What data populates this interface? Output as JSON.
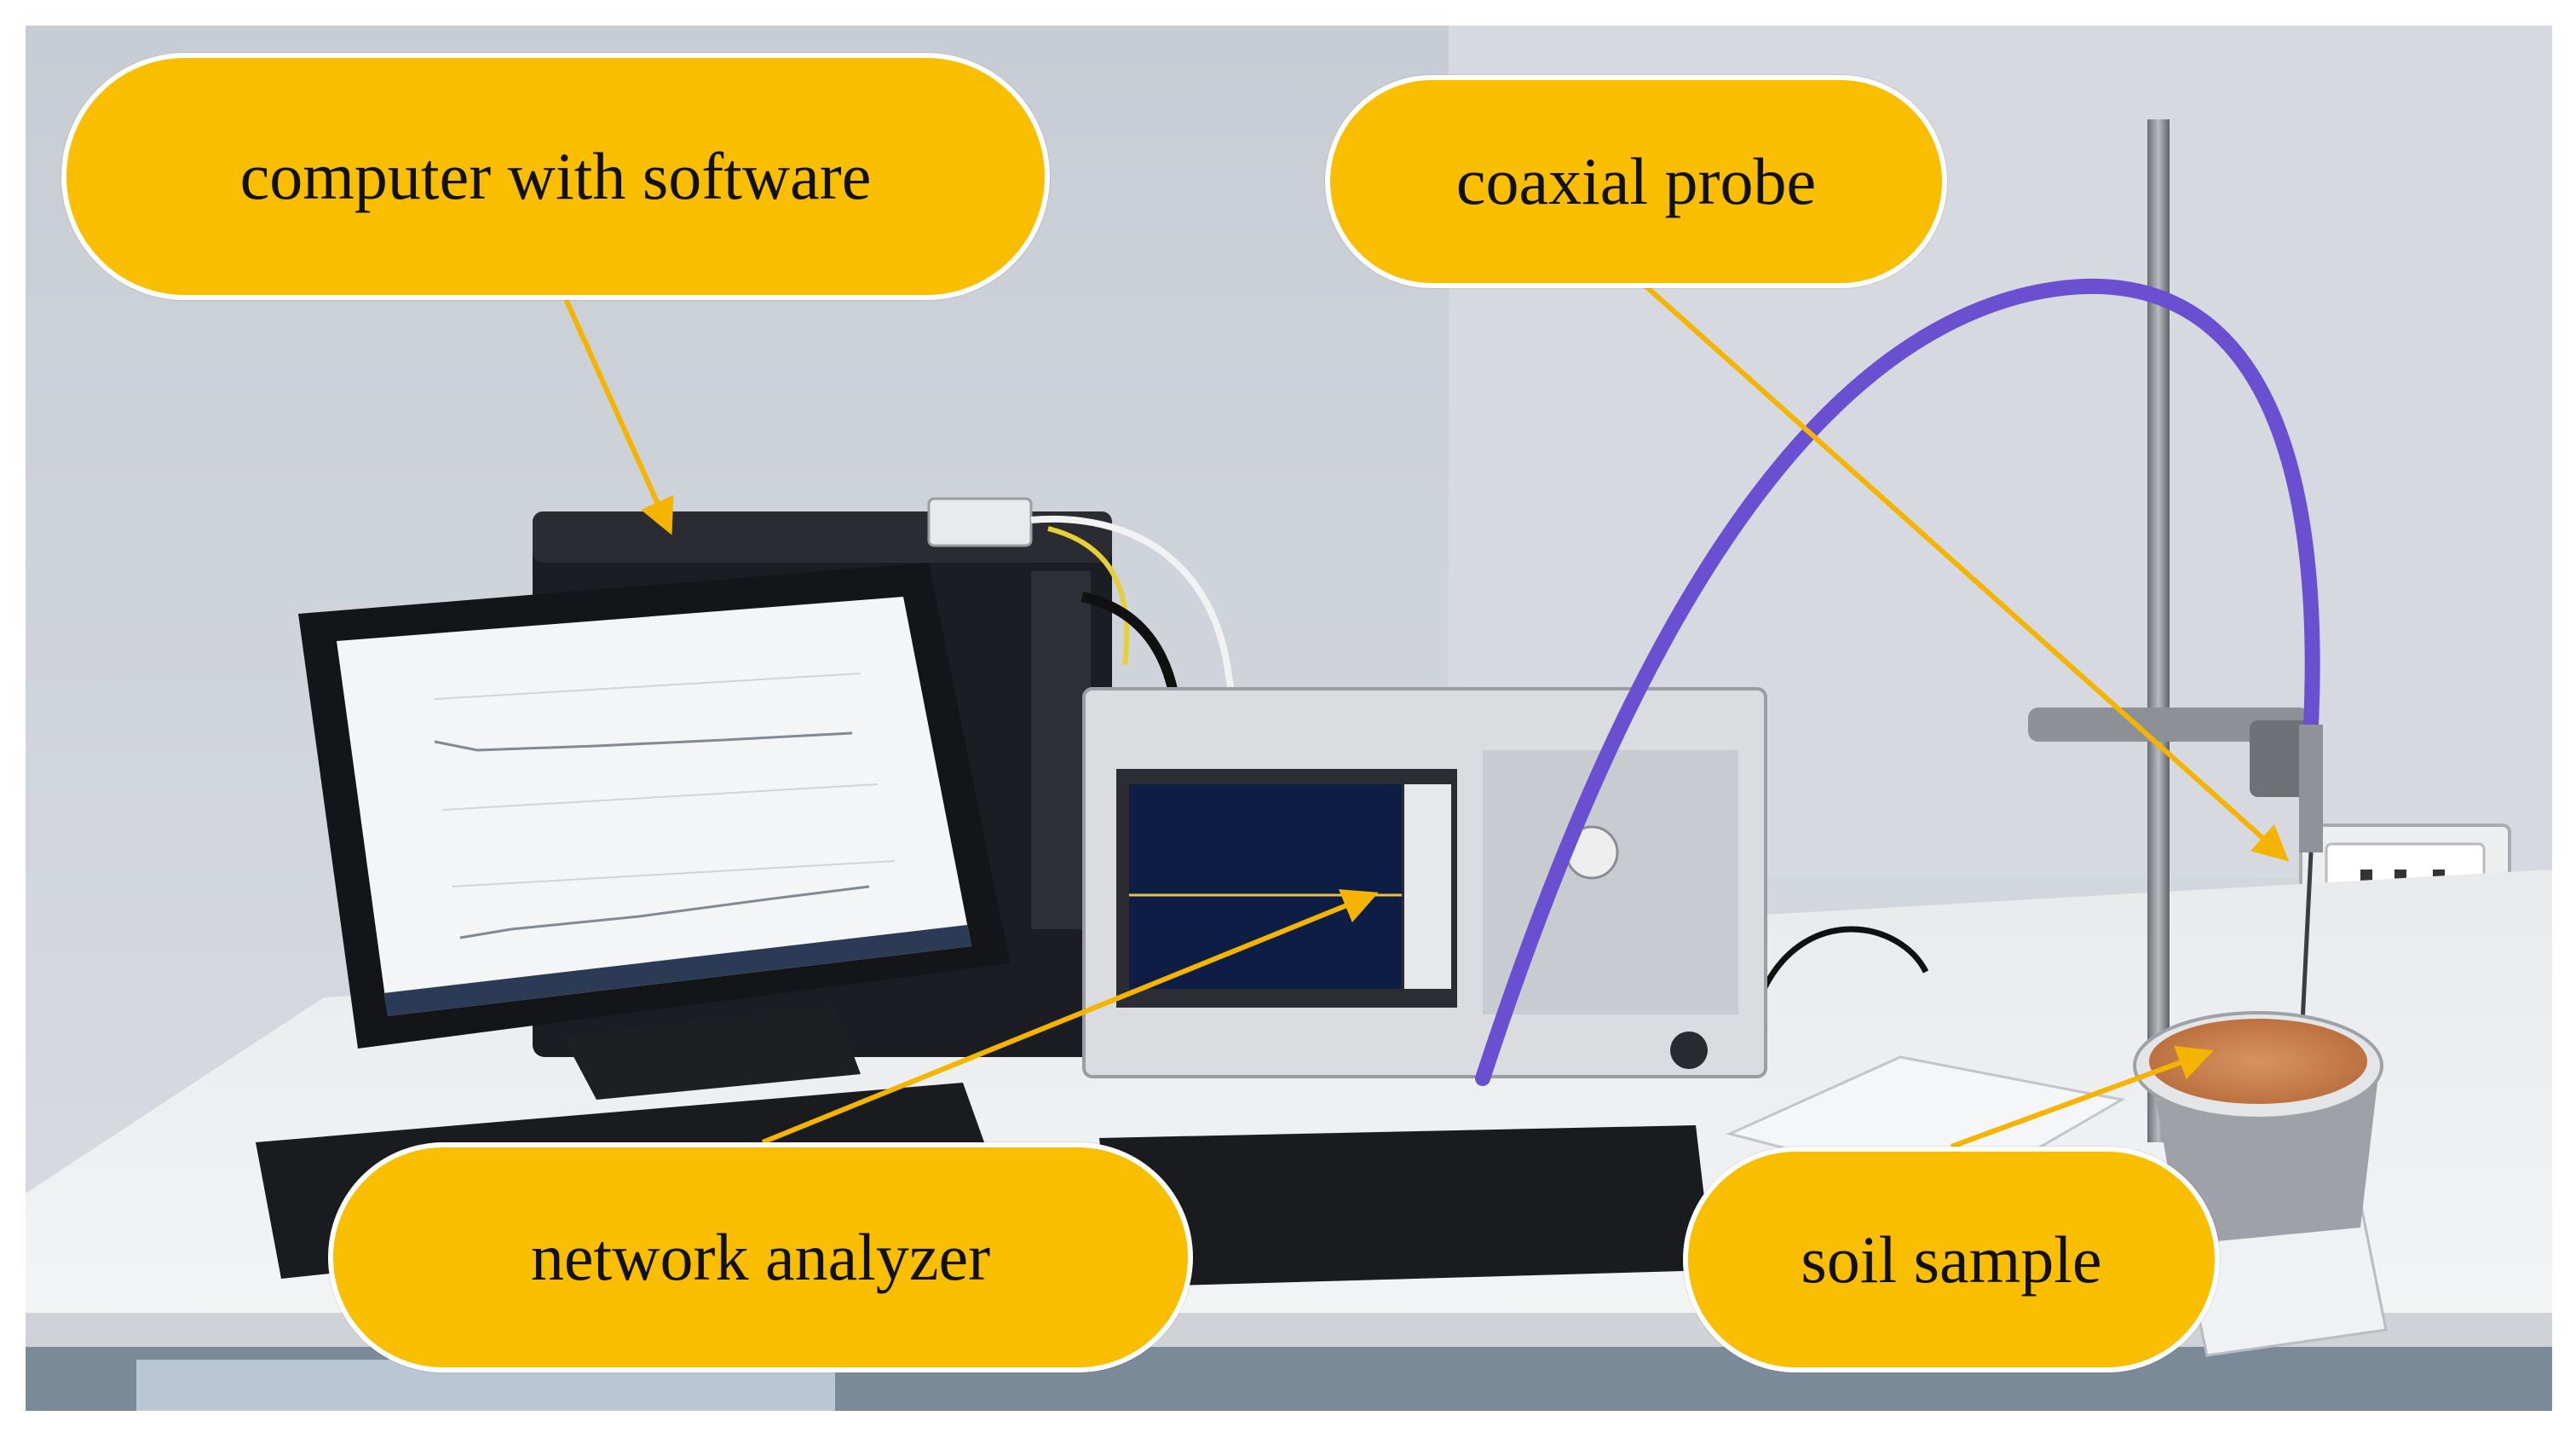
{
  "labels": {
    "computer": "computer with software",
    "probe": "coaxial probe",
    "analyzer": "network analyzer",
    "soil": "soil sample"
  },
  "colors": {
    "label_fill": "#f9be00",
    "label_border": "#ffffff",
    "arrow": "#f4b400",
    "cable": "#6a4fd0"
  }
}
